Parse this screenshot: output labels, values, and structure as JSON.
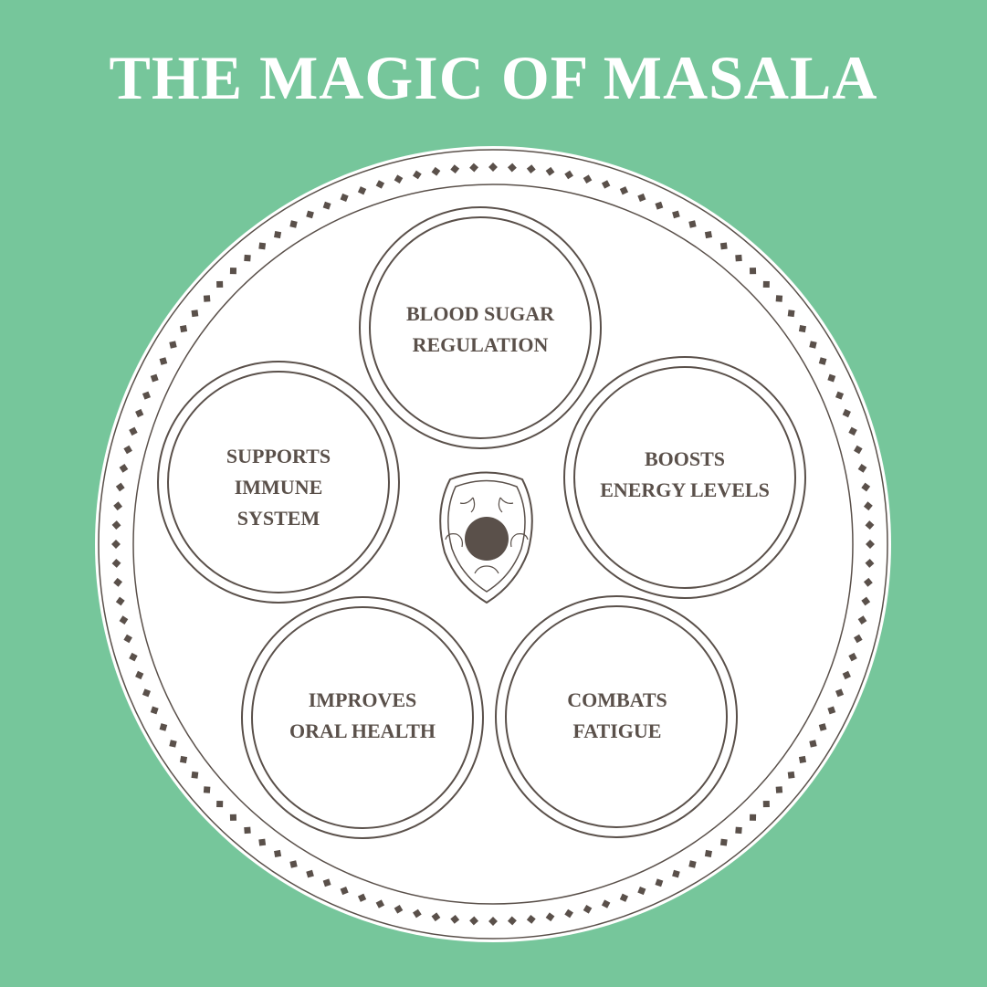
{
  "title": "THE MAGIC OF MASALA",
  "colors": {
    "background": "#76c69b",
    "plate": "#ffffff",
    "ink": "#5a504a"
  },
  "benefits": [
    {
      "lines": [
        "BLOOD SUGAR",
        "REGULATION"
      ]
    },
    {
      "lines": [
        "BOOSTS",
        "ENERGY LEVELS"
      ]
    },
    {
      "lines": [
        "COMBATS",
        "FATIGUE"
      ]
    },
    {
      "lines": [
        "IMPROVES",
        "ORAL HEALTH"
      ]
    },
    {
      "lines": [
        "SUPPORTS",
        "IMMUNE",
        "SYSTEM"
      ]
    }
  ],
  "center_ornament": {
    "icon": "flower-ornament-icon"
  }
}
